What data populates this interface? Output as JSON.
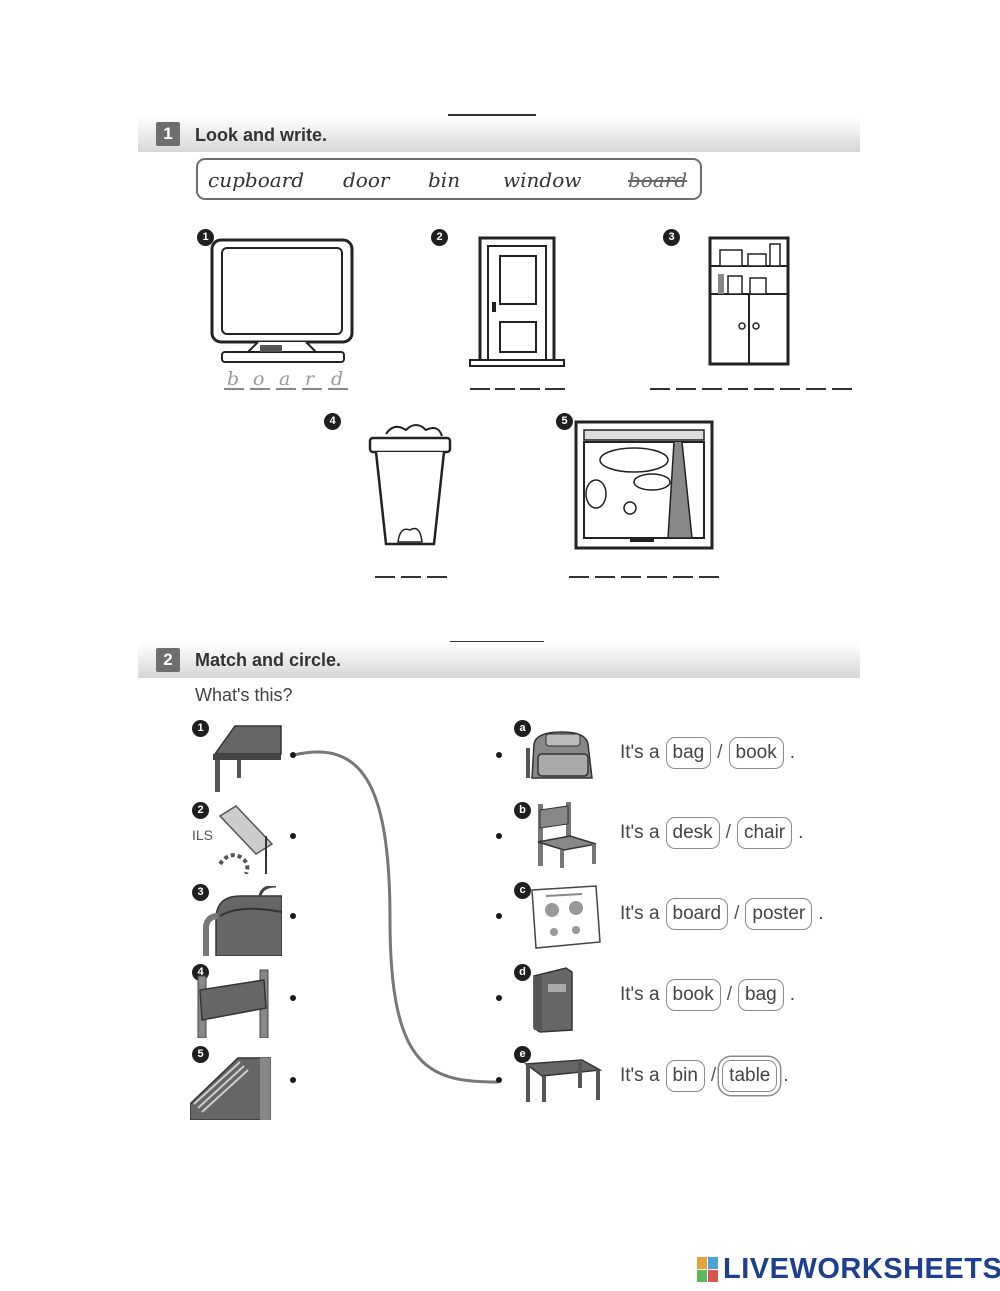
{
  "section1": {
    "number": "1",
    "title": "Look and write.",
    "word_bank": [
      "cupboard",
      "door",
      "bin",
      "window",
      "board"
    ],
    "crossed_word": "board",
    "items": [
      {
        "number": "1",
        "object": "board",
        "answer_letters": [
          "b",
          "o",
          "a",
          "r",
          "d"
        ],
        "blanks": 5
      },
      {
        "number": "2",
        "object": "door",
        "blanks": 4
      },
      {
        "number": "3",
        "object": "cupboard",
        "blanks": 8
      },
      {
        "number": "4",
        "object": "bin",
        "blanks": 3
      },
      {
        "number": "5",
        "object": "window",
        "blanks": 6
      }
    ]
  },
  "section2": {
    "number": "2",
    "title": "Match and circle.",
    "question": "What's this?",
    "left_items": [
      "1",
      "2",
      "3",
      "4",
      "5"
    ],
    "left_item2_text": "ILS",
    "right_items": [
      {
        "letter": "a",
        "prefix": "It's a",
        "opt1": "bag",
        "opt2": "book",
        "circled": null
      },
      {
        "letter": "b",
        "prefix": "It's a",
        "opt1": "desk",
        "opt2": "chair",
        "circled": null
      },
      {
        "letter": "c",
        "prefix": "It's a",
        "opt1": "board",
        "opt2": "poster",
        "circled": null
      },
      {
        "letter": "d",
        "prefix": "It's a",
        "opt1": "book",
        "opt2": "bag",
        "circled": null
      },
      {
        "letter": "e",
        "prefix": "It's a",
        "opt1": "bin",
        "opt2": "table",
        "circled": "table"
      }
    ],
    "match_example": {
      "from": "1",
      "to": "e"
    }
  },
  "footer": {
    "logo_text": "LIVEWORKSHEETS"
  }
}
